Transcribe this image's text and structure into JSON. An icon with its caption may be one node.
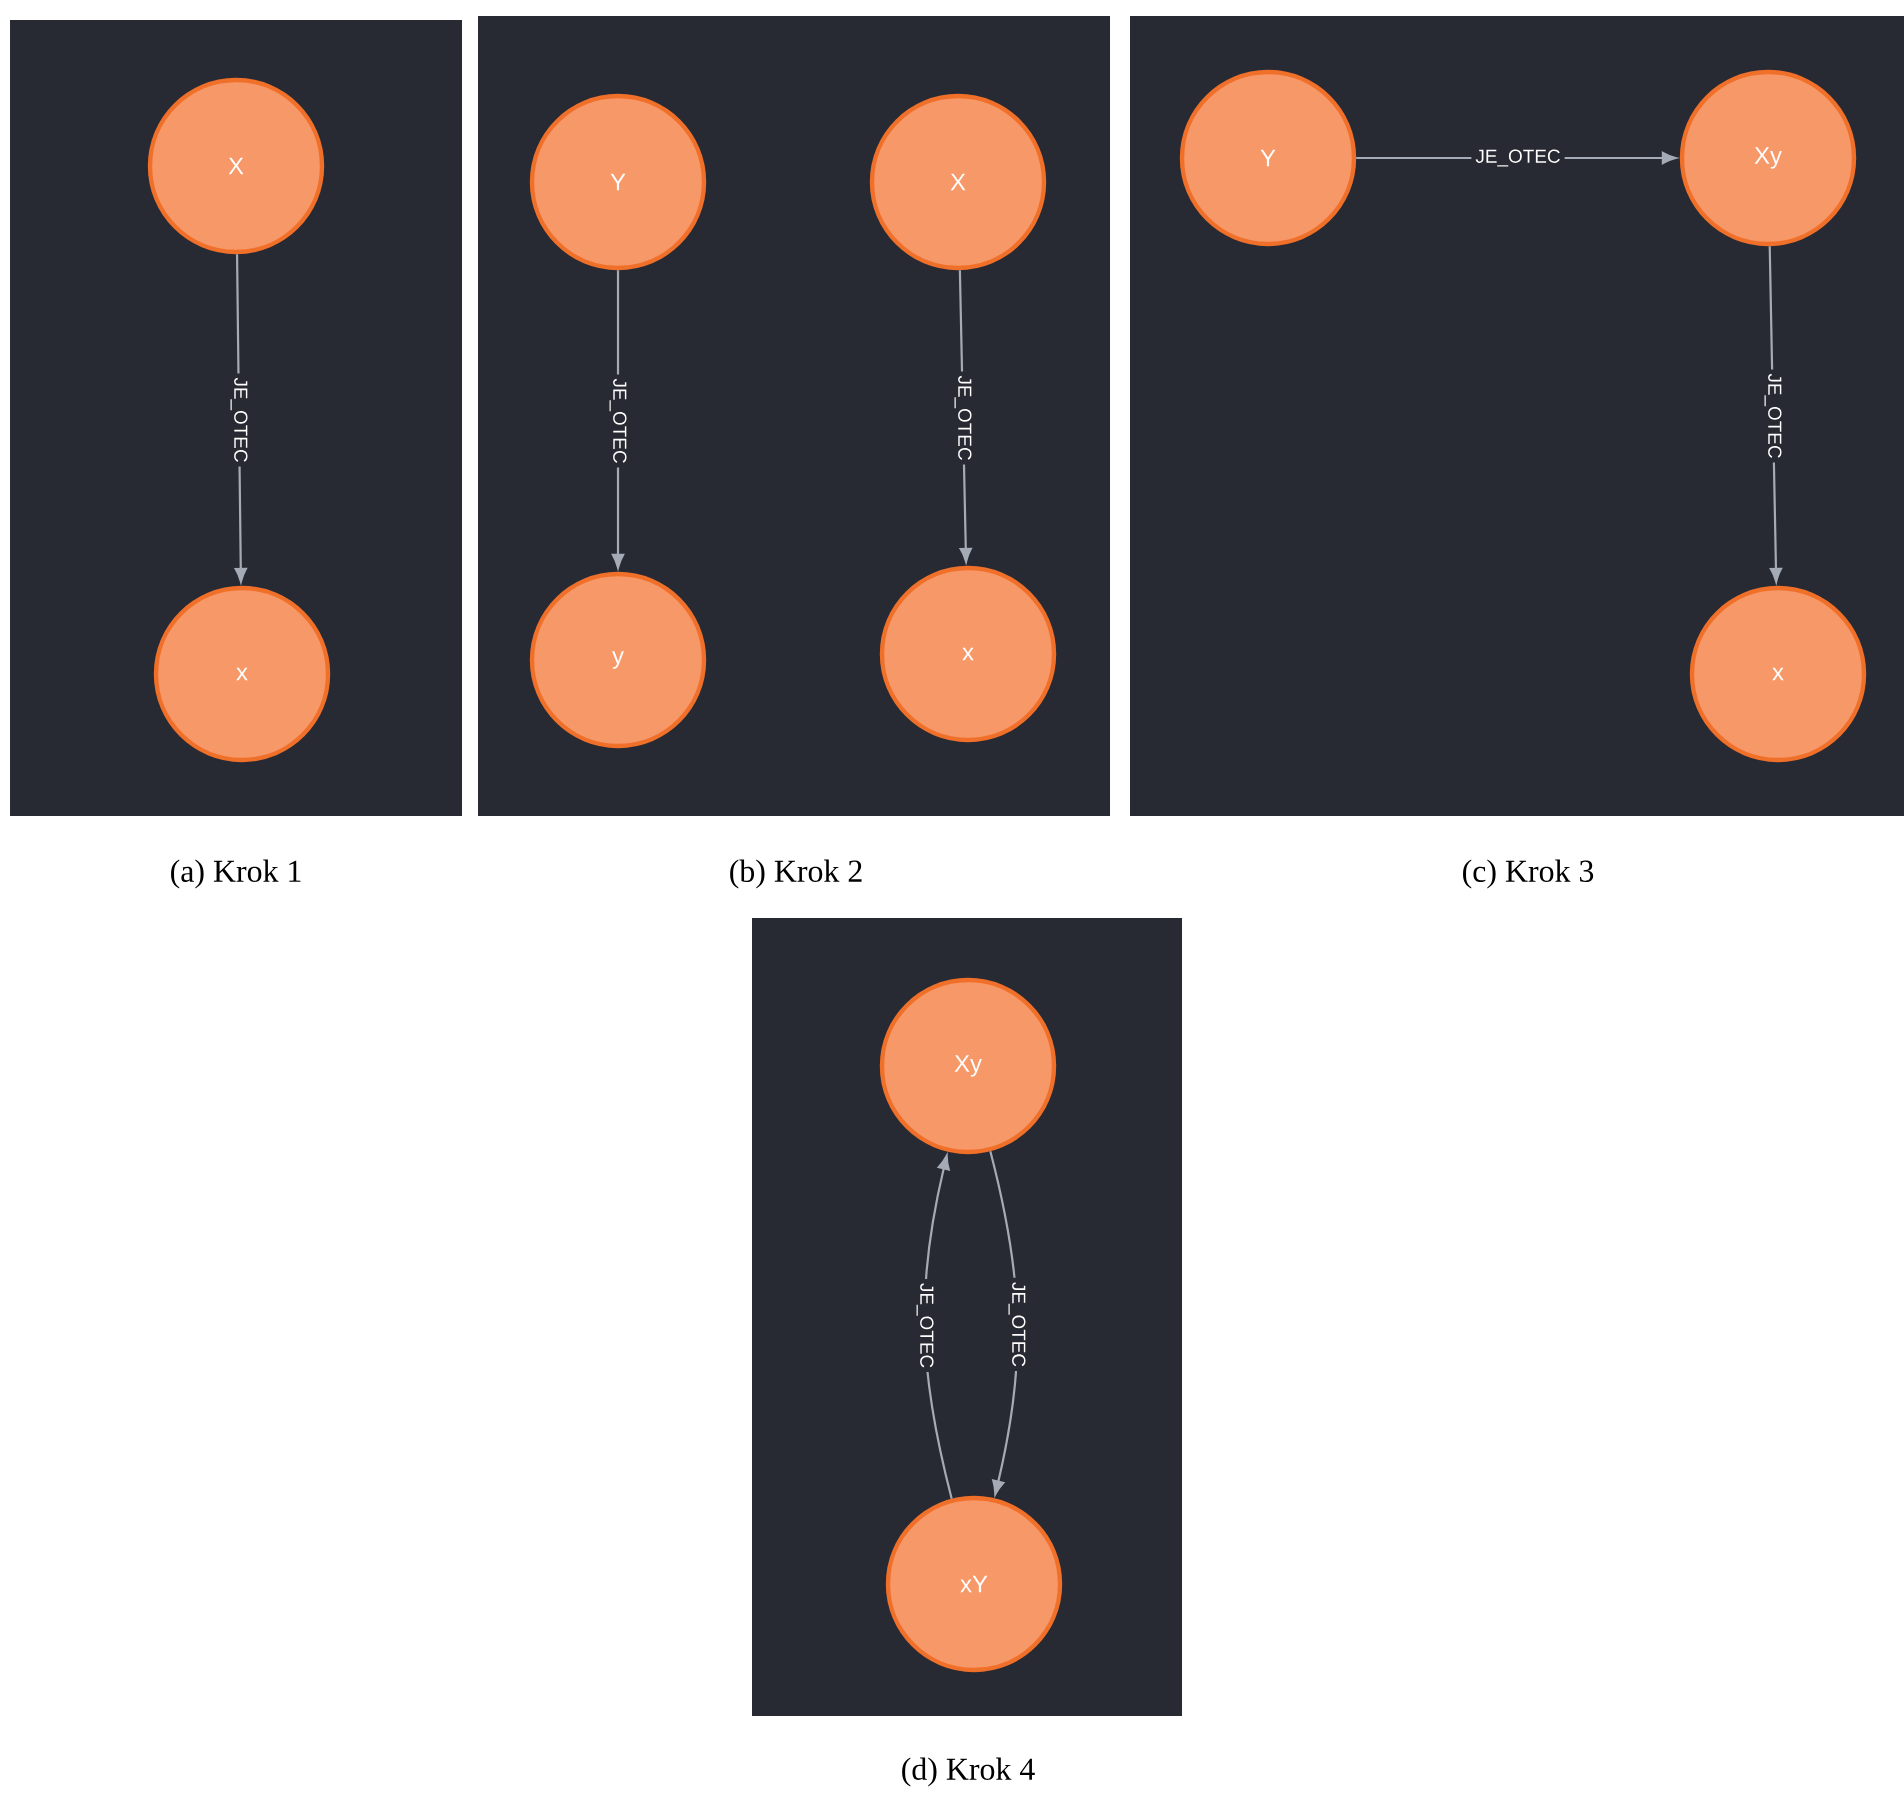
{
  "diagram": {
    "nodes": [
      {
        "text": [],
        "shape": "box",
        "beside": [
          "(a) Krok 1"
        ]
      },
      {
        "text": [
          "X"
        ],
        "in": 0
      },
      {
        "text": [
          "x"
        ],
        "in": 0
      },
      {
        "text": [],
        "shape": "box",
        "beside": [
          "(b) Krok 2"
        ]
      },
      {
        "text": [
          "Y"
        ],
        "in": 3
      },
      {
        "text": [
          "y"
        ],
        "in": 3
      },
      {
        "text": [
          "X"
        ],
        "in": 3
      },
      {
        "text": [
          "x"
        ],
        "in": 3
      },
      {
        "text": [],
        "shape": "box",
        "beside": [
          "(c) Krok 3"
        ]
      },
      {
        "text": [
          "Y"
        ],
        "in": 8
      },
      {
        "text": [
          "Xy"
        ],
        "in": 8
      },
      {
        "text": [
          "x"
        ],
        "in": 8
      },
      {
        "text": [],
        "shape": "box",
        "beside": [
          "(d) Krok 4"
        ]
      },
      {
        "text": [
          "Xy"
        ],
        "in": 12
      },
      {
        "text": [
          "xY"
        ],
        "in": 12
      }
    ],
    "edges": [
      {
        "from": 1,
        "to": 2,
        "arrow": "to",
        "label": "JE_OTEC"
      },
      {
        "from": 4,
        "to": 5,
        "arrow": "to",
        "label": "JE_OTEC"
      },
      {
        "from": 6,
        "to": 7,
        "arrow": "to",
        "label": "JE_OTEC"
      },
      {
        "from": 9,
        "to": 10,
        "arrow": "to",
        "label": "JE_OTEC"
      },
      {
        "from": 10,
        "to": 11,
        "arrow": "to",
        "label": "JE_OTEC"
      },
      {
        "from": 14,
        "to": 13,
        "arrow": "to",
        "label": "JE_OTEC"
      },
      {
        "from": 13,
        "to": 14,
        "arrow": "to",
        "label": "JE_OTEC"
      }
    ]
  }
}
